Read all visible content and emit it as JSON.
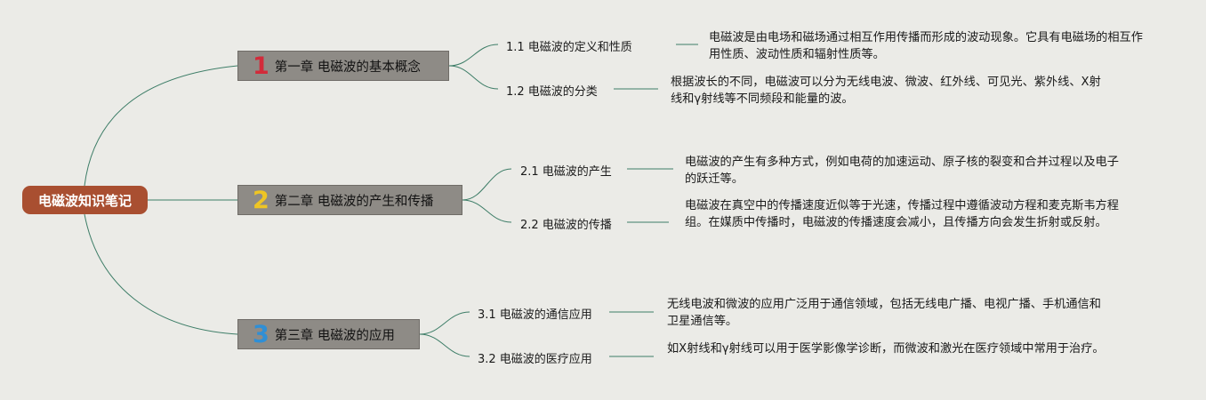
{
  "root": {
    "label": "电磁波知识笔记"
  },
  "colors": {
    "background": "#ebebe7",
    "root": "#a94f31",
    "chapter": "#8e8b86",
    "line": "#3d7d67"
  },
  "chapters": [
    {
      "number": "1",
      "number_color": "#d22b3a",
      "title": "第一章 电磁波的基本概念",
      "sections": [
        {
          "label": "1.1 电磁波的定义和性质",
          "desc": "电磁波是由电场和磁场通过相互作用传播而形成的波动现象。它具有电磁场的相互作用性质、波动性质和辐射性质等。"
        },
        {
          "label": "1.2 电磁波的分类",
          "desc": "根据波长的不同，电磁波可以分为无线电波、微波、红外线、可见光、紫外线、X射线和γ射线等不同频段和能量的波。"
        }
      ]
    },
    {
      "number": "2",
      "number_color": "#eec524",
      "title": "第二章 电磁波的产生和传播",
      "sections": [
        {
          "label": "2.1 电磁波的产生",
          "desc": "电磁波的产生有多种方式，例如电荷的加速运动、原子核的裂变和合并过程以及电子的跃迁等。"
        },
        {
          "label": "2.2 电磁波的传播",
          "desc": "电磁波在真空中的传播速度近似等于光速，传播过程中遵循波动方程和麦克斯韦方程组。在媒质中传播时，电磁波的传播速度会减小，且传播方向会发生折射或反射。"
        }
      ]
    },
    {
      "number": "3",
      "number_color": "#2f8fd6",
      "title": "第三章 电磁波的应用",
      "sections": [
        {
          "label": "3.1 电磁波的通信应用",
          "desc": "无线电波和微波的应用广泛用于通信领域，包括无线电广播、电视广播、手机通信和卫星通信等。"
        },
        {
          "label": "3.2 电磁波的医疗应用",
          "desc": "如X射线和γ射线可以用于医学影像学诊断，而微波和激光在医疗领域中常用于治疗。"
        }
      ]
    }
  ]
}
